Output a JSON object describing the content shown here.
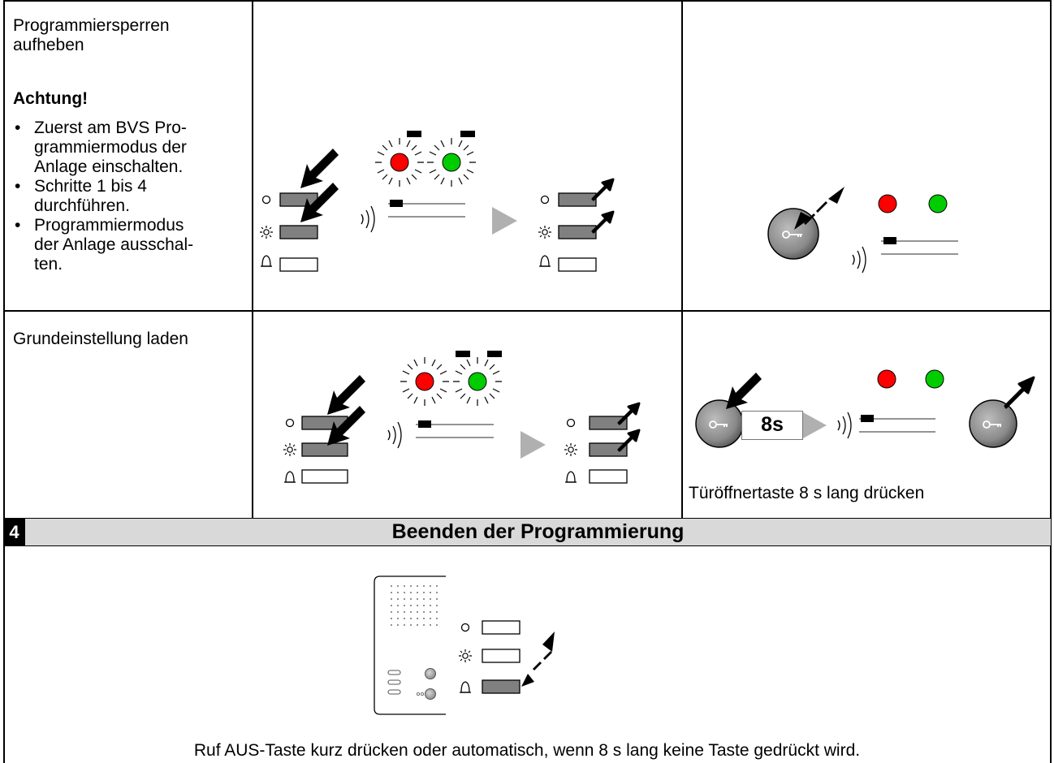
{
  "rows": {
    "unlock": {
      "title_line1": "Programmiersperren",
      "title_line2": "aufheben",
      "warning": "Achtung!",
      "notes": [
        [
          "Zuerst am BVS Pro-",
          "grammiermodus der",
          "Anlage einschalten."
        ],
        [
          "Schritte 1 bis 4",
          "durchführen."
        ],
        [
          "Programmiermodus",
          "der Anlage ausschal-",
          "ten."
        ]
      ]
    },
    "reset": {
      "title": "Grundeinstellung laden",
      "duration_badge": "8s",
      "instruction": "Türöffnertaste 8 s lang drücken"
    }
  },
  "section": {
    "number": "4",
    "title": "Beenden der Programmierung",
    "caption": "Ruf AUS-Taste kurz drücken oder automatisch, wenn 8 s lang keine Taste gedrückt wird."
  },
  "icons": [
    "led-red-icon",
    "led-green-icon",
    "key-button-icon",
    "arrow-press-icon",
    "arrow-release-icon",
    "signal-waves-icon",
    "play-triangle-icon",
    "ring-icon",
    "sun-icon",
    "bell-icon",
    "intercom-device-icon"
  ],
  "colors": {
    "led_red": "#ff0000",
    "led_green": "#00cc00",
    "section_bar": "#d9d9d9",
    "key_gray": "#808080"
  }
}
